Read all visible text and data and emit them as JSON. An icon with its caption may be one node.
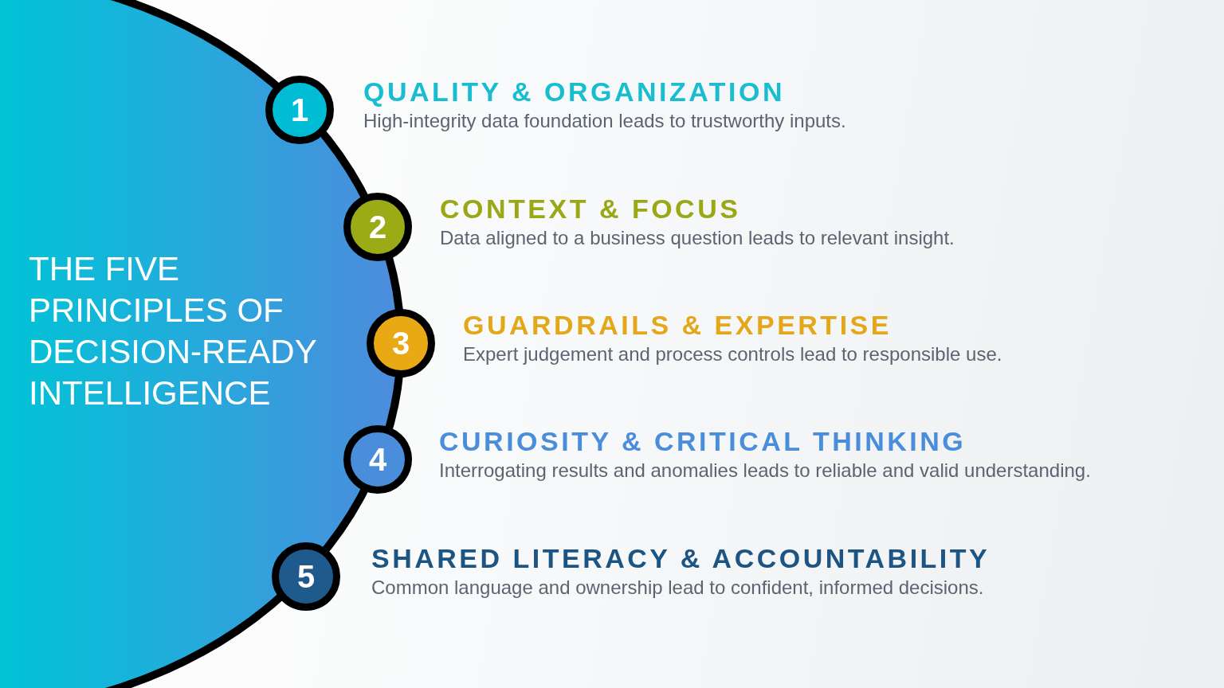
{
  "diagram": {
    "title": "THE FIVE PRINCIPLES OF DECISION-READY INTELLIGENCE",
    "nodes": [
      {
        "text": [
          "1"
        ],
        "beside": [
          "QUALITY & ORGANIZATION",
          "High-integrity data foundation leads to trustworthy inputs."
        ]
      },
      {
        "text": [
          "2"
        ],
        "beside": [
          "CONTEXT & FOCUS",
          "Data aligned to a business question leads to relevant insight."
        ]
      },
      {
        "text": [
          "3"
        ],
        "beside": [
          "GUARDRAILS & EXPERTISE",
          "Expert judgement and process controls lead to responsible use."
        ]
      },
      {
        "text": [
          "4"
        ],
        "beside": [
          "CURIOSITY & CRITICAL THINKING",
          "Interrogating results and anomalies leads to reliable and valid understanding."
        ]
      },
      {
        "text": [
          "5"
        ],
        "beside": [
          "SHARED LITERACY & ACCOUNTABILITY",
          "Common language and ownership lead to confident, informed decisions."
        ]
      }
    ]
  }
}
